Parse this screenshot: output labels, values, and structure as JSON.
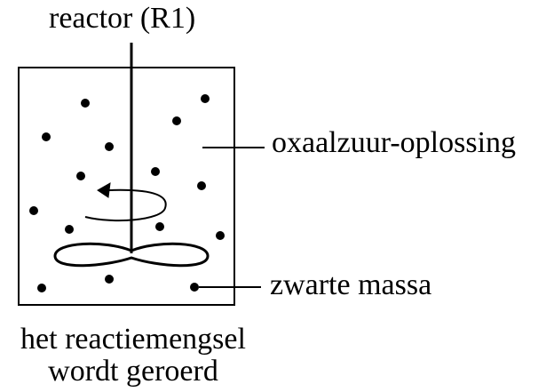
{
  "title": "reactor (R1)",
  "labels": {
    "solution": "oxaalzuur-oplossing",
    "black_mass": "zwarte massa"
  },
  "caption": {
    "line1": "het reactiemengsel",
    "line2": "wordt geroerd"
  },
  "colors": {
    "ink": "#000000",
    "background": "#ffffff"
  }
}
